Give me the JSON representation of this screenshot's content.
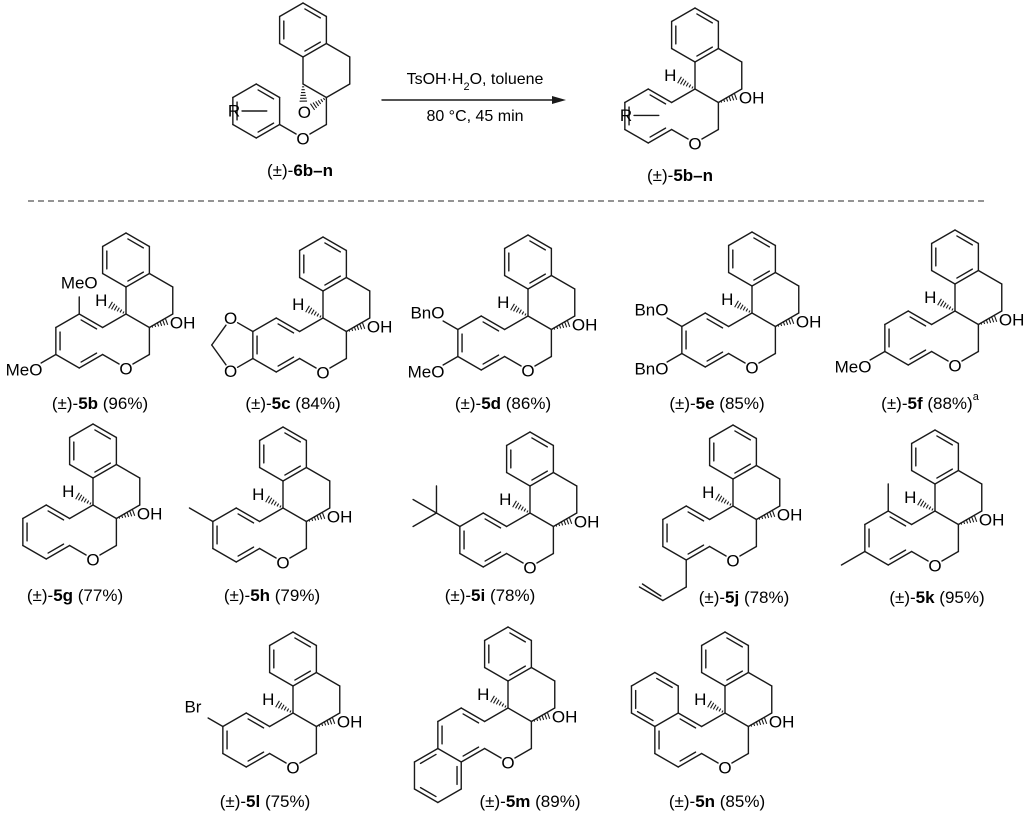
{
  "reaction": {
    "starting_material": {
      "prefix": "(±)-",
      "label": "6b–n",
      "substituent": "R"
    },
    "product": {
      "prefix": "(±)-",
      "label": "5b–n",
      "substituent": "R",
      "oh": "OH",
      "h": "H",
      "ring_o": "O"
    },
    "conditions_above": "TsOH·H2O, toluene",
    "conditions_below": "80 °C, 45 min"
  },
  "compounds": [
    {
      "id": "5b",
      "yield": "96%",
      "note": "",
      "substituents": [
        {
          "pos": "d_top",
          "text": "MeO",
          "kind": "label"
        },
        {
          "pos": "d_ll",
          "text": "MeO",
          "kind": "label"
        }
      ]
    },
    {
      "id": "5c",
      "yield": "84%",
      "note": "",
      "substituents": [
        {
          "pos": "methylenedioxy",
          "text": "O",
          "kind": "ring"
        }
      ]
    },
    {
      "id": "5d",
      "yield": "86%",
      "note": "",
      "substituents": [
        {
          "pos": "d_ul",
          "text": "BnO",
          "kind": "label"
        },
        {
          "pos": "d_ll",
          "text": "MeO",
          "kind": "label"
        }
      ]
    },
    {
      "id": "5e",
      "yield": "85%",
      "note": "",
      "substituents": [
        {
          "pos": "d_ul",
          "text": "BnO",
          "kind": "label"
        },
        {
          "pos": "d_ll",
          "text": "BnO",
          "kind": "label"
        }
      ]
    },
    {
      "id": "5f",
      "yield": "88%",
      "note": "a",
      "substituents": [
        {
          "pos": "d_ll",
          "text": "MeO",
          "kind": "label"
        }
      ]
    },
    {
      "id": "5g",
      "yield": "77%",
      "note": "",
      "substituents": []
    },
    {
      "id": "5h",
      "yield": "79%",
      "note": "",
      "substituents": [
        {
          "pos": "d_ul",
          "text": "methyl",
          "kind": "methyl"
        }
      ]
    },
    {
      "id": "5i",
      "yield": "78%",
      "note": "",
      "substituents": [
        {
          "pos": "d_ul",
          "text": "tert-butyl",
          "kind": "tbu"
        }
      ]
    },
    {
      "id": "5j",
      "yield": "78%",
      "note": "",
      "substituents": [
        {
          "pos": "d_bottom",
          "text": "allyl",
          "kind": "allyl"
        }
      ]
    },
    {
      "id": "5k",
      "yield": "95%",
      "note": "",
      "substituents": [
        {
          "pos": "d_top",
          "text": "methyl",
          "kind": "methyl"
        },
        {
          "pos": "d_ll",
          "text": "methyl",
          "kind": "methyl"
        }
      ]
    },
    {
      "id": "5l",
      "yield": "75%",
      "note": "",
      "substituents": [
        {
          "pos": "d_ul",
          "text": "Br",
          "kind": "label"
        }
      ]
    },
    {
      "id": "5m",
      "yield": "89%",
      "note": "",
      "substituents": [
        {
          "pos": "benzo_lower",
          "text": "benzo",
          "kind": "ring"
        }
      ]
    },
    {
      "id": "5n",
      "yield": "85%",
      "note": "",
      "substituents": [
        {
          "pos": "benzo_upper",
          "text": "benzo",
          "kind": "ring"
        }
      ]
    }
  ],
  "atoms": {
    "oh": "OH",
    "h": "H",
    "o": "O",
    "open_paren": "(",
    "close_paren": ")",
    "racemic": "(±)-"
  }
}
